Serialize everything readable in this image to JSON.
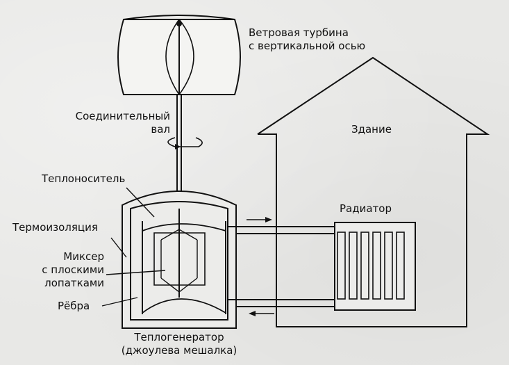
{
  "labels": {
    "turbine_line1": "Ветровая турбина",
    "turbine_line2": "с вертикальной осью",
    "shaft_line1": "Соединительный",
    "shaft_line2": "вал",
    "building": "Здание",
    "coolant": "Теплоноситель",
    "insulation": "Термоизоляция",
    "radiator": "Радиатор",
    "mixer_line1": "Миксер",
    "mixer_line2": "с плоскими",
    "mixer_line3": "лопатками",
    "ribs": "Рёбра",
    "generator_line1": "Теплогенератор",
    "generator_line2": "(джоулева мешалка)"
  },
  "colors": {
    "line": "#111111",
    "background": "#e8e8e6"
  }
}
